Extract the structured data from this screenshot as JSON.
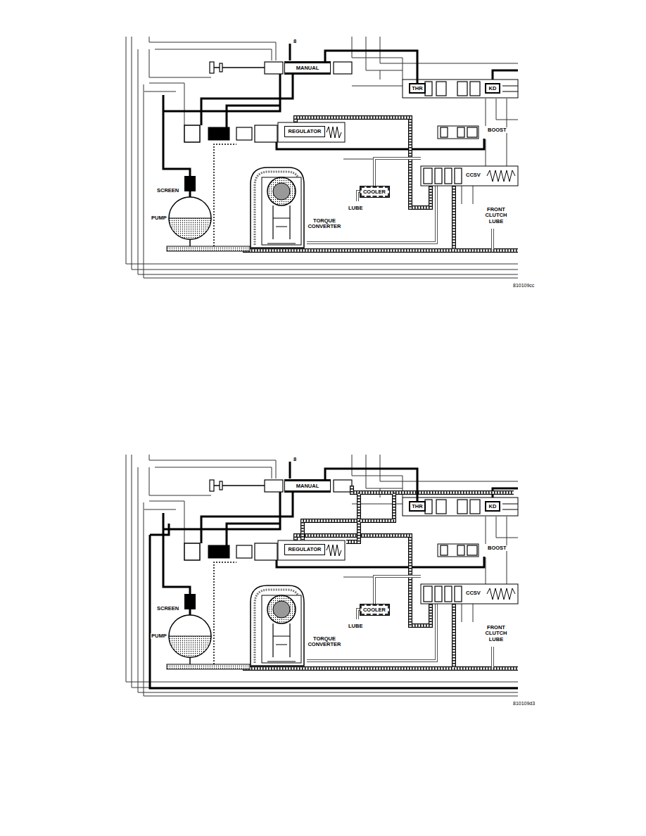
{
  "diagram": {
    "nodes": [
      {
        "text": [
          "MANUAL"
        ]
      },
      {
        "text": [
          "THR"
        ]
      },
      {
        "text": [
          "KD"
        ]
      },
      {
        "text": [
          "REGULATOR"
        ]
      },
      {
        "text": [
          "COOLER"
        ]
      },
      {
        "text": [
          "MANUAL"
        ]
      },
      {
        "text": [
          "THR"
        ]
      },
      {
        "text": [
          "KD"
        ]
      },
      {
        "text": [
          "REGULATOR"
        ]
      },
      {
        "text": [
          "COOLER"
        ]
      }
    ],
    "edges": [
      {
        "from": 0,
        "to": 1,
        "arrow": "none"
      },
      {
        "from": 5,
        "to": 6,
        "arrow": "none"
      }
    ],
    "labels": [
      "8",
      "BOOST",
      "CCSV",
      "SCREEN",
      "PUMP",
      "LUBE",
      "TORQUE CONVERTER",
      "FRONT CLUTCH LUBE",
      "810109cc",
      "8",
      "BOOST",
      "CCSV",
      "SCREEN",
      "PUMP",
      "LUBE",
      "TORQUE CONVERTER",
      "FRONT CLUTCH LUBE",
      "810109d3"
    ]
  }
}
